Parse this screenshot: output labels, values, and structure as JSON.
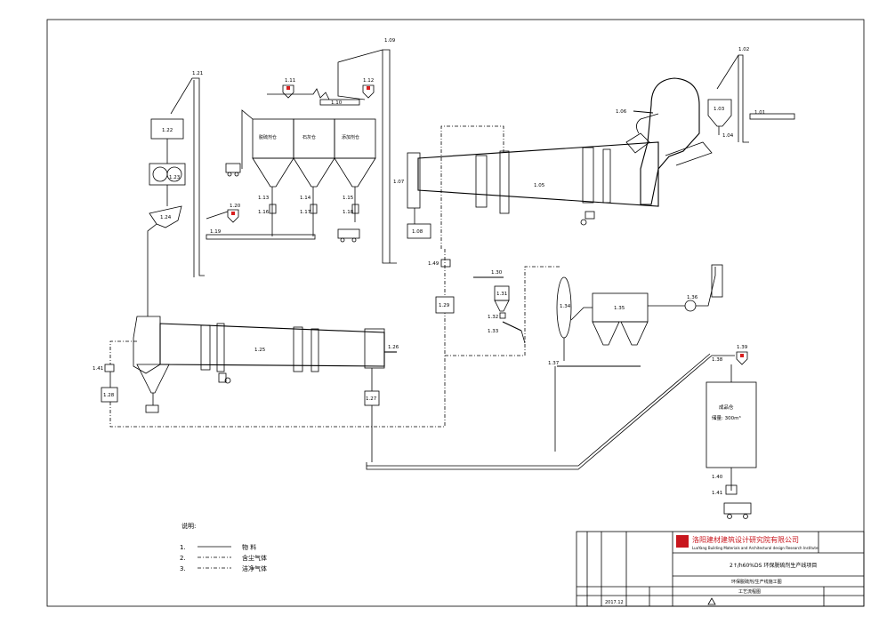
{
  "equipment": {
    "e101": "1.01",
    "e102": "1.02",
    "e103": "1.03",
    "e104": "1.04",
    "e105": "1.05",
    "e106": "1.06",
    "e107": "1.07",
    "e108": "1.08",
    "e109": "1.09",
    "e110": "1.10",
    "e111": "1.11",
    "e112": "1.12",
    "e113": "1.13",
    "e114": "1.14",
    "e115": "1.15",
    "e116": "1.16",
    "e117": "1.17",
    "e118": "1.18",
    "e119": "1.19",
    "e120": "1.20",
    "e121": "1.21",
    "e122": "1.22",
    "e123": "1.23",
    "e124": "1.24",
    "e125": "1.25",
    "e126": "1.26",
    "e127": "1.27",
    "e128": "1.28",
    "e129": "1.29",
    "e130": "1.30",
    "e131": "1.31",
    "e132": "1.32",
    "e133": "1.33",
    "e134": "1.34",
    "e135": "1.35",
    "e136": "1.36",
    "e137": "1.37",
    "e138": "1.38",
    "e139": "1.39",
    "e140": "1.40",
    "e141": "1.41",
    "e141b": "1.41",
    "e149": "1.49"
  },
  "bins": {
    "bin1": "脱硫剂仓",
    "bin2": "石灰仓",
    "bin3": "添加剂仓"
  },
  "silo": {
    "title": "成品仓",
    "capacity": "储量: 300m³"
  },
  "legend": {
    "title": "说明:",
    "items": [
      {
        "num": "1.",
        "text": "物  料"
      },
      {
        "num": "2.",
        "text": "含尘气体"
      },
      {
        "num": "3.",
        "text": "洁净气体"
      }
    ]
  },
  "title_block": {
    "company_cn": "洛阳建材建筑设计研究院有限公司",
    "company_en": "LuoYang Building Materials and Architectural design Research Institute",
    "project": "2↑/h60%DS 环保脱硫剂生产线项目",
    "drawing": "工艺流程图",
    "sheet": "环保脱硫剂/生产线施工图",
    "date": "2017.12"
  },
  "colors": {
    "line": "#000000",
    "accent_red": "#d81e1e",
    "logo_red": "#c8161d"
  }
}
